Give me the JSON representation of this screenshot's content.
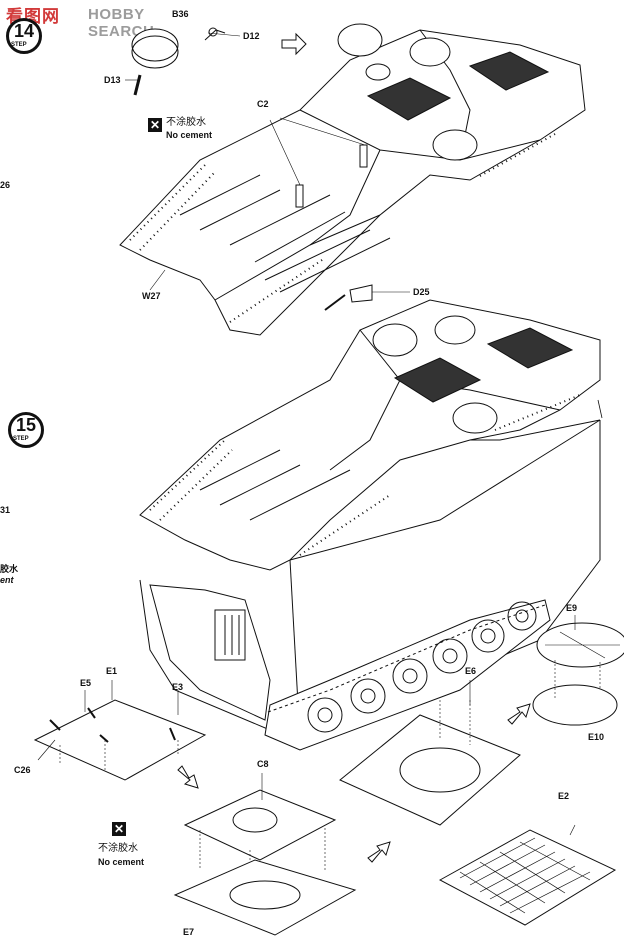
{
  "watermark": {
    "logo_text": "看图网",
    "site_text": "HOBBY SEARCH"
  },
  "steps": [
    {
      "number": "14",
      "word": "STEP"
    },
    {
      "number": "15",
      "word": "STEP"
    }
  ],
  "no_cement": {
    "symbol": "✕",
    "cn": "不涂胶水",
    "en": "No cement"
  },
  "edge_fragments": {
    "e26": "26",
    "e31": "31",
    "cn": "胶水",
    "en": "ent"
  },
  "part_labels": {
    "b36": "B36",
    "d12": "D12",
    "d13": "D13",
    "c2": "C2",
    "w27": "W27",
    "d25": "D25",
    "e1": "E1",
    "e5": "E5",
    "e3": "E3",
    "c26": "C26",
    "c8": "C8",
    "e7": "E7",
    "e6": "E6",
    "e9": "E9",
    "e10": "E10",
    "e2": "E2"
  },
  "colors": {
    "ink": "#111111",
    "watermark_red": "#d23a3a",
    "watermark_gray": "#9c9c9c"
  }
}
